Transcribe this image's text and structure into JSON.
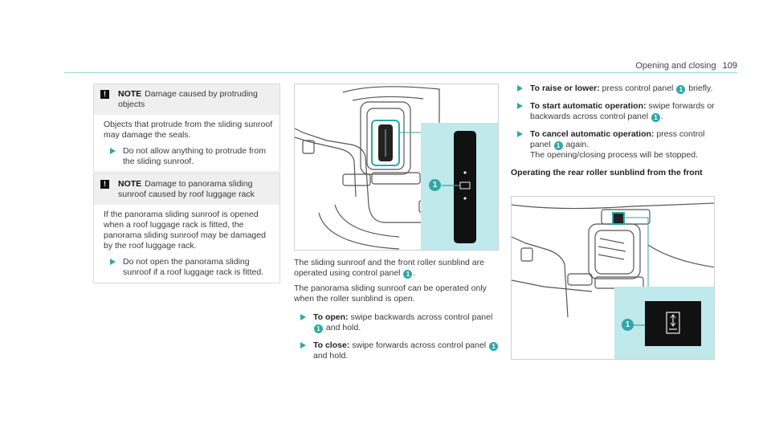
{
  "header": {
    "section": "Opening and closing",
    "page": "109"
  },
  "note1": {
    "keyword": "NOTE",
    "title": "Damage caused by protruding objects",
    "text": "Objects that protrude from the sliding sunroof may damage the seals.",
    "bullet": "Do not allow anything to protrude from the sliding sunroof."
  },
  "note2": {
    "keyword": "NOTE",
    "title": "Damage to panorama sliding sunroof caused by roof luggage rack",
    "text": "If the panorama sliding sunroof is opened when a roof luggage rack is fitted, the panorama sliding sunroof may be damaged by the roof luggage rack.",
    "bullet": "Do not open the panorama sliding sunroof if a roof luggage rack is fitted."
  },
  "middle": {
    "callout": "1",
    "para1_a": "The sliding sunroof and the front roller sunblind are operated using control panel",
    "para1_b": ".",
    "para2": "The panorama sliding sunroof can be operated only when the roller sunblind is open.",
    "open_label": "To open:",
    "open_text_a": "swipe backwards across control panel",
    "open_text_b": "and hold.",
    "close_label": "To close:",
    "close_text_a": "swipe forwards across control panel",
    "close_text_b": "and hold."
  },
  "right": {
    "raise_label": "To raise or lower:",
    "raise_text_a": "press control panel",
    "raise_text_b": "briefly.",
    "auto_label": "To start automatic operation:",
    "auto_text_a": "swipe forwards or backwards across control panel",
    "auto_text_b": ".",
    "cancel_label": "To cancel automatic operation:",
    "cancel_text_a": "press control panel",
    "cancel_text_b": "again.",
    "cancel_text_c": "The opening/closing process will be stopped.",
    "heading": "Operating the rear roller sunblind from the front"
  },
  "colors": {
    "accent": "#2fa7a7",
    "panel_bg": "#bfe9ea",
    "note_bg": "#efefef"
  }
}
